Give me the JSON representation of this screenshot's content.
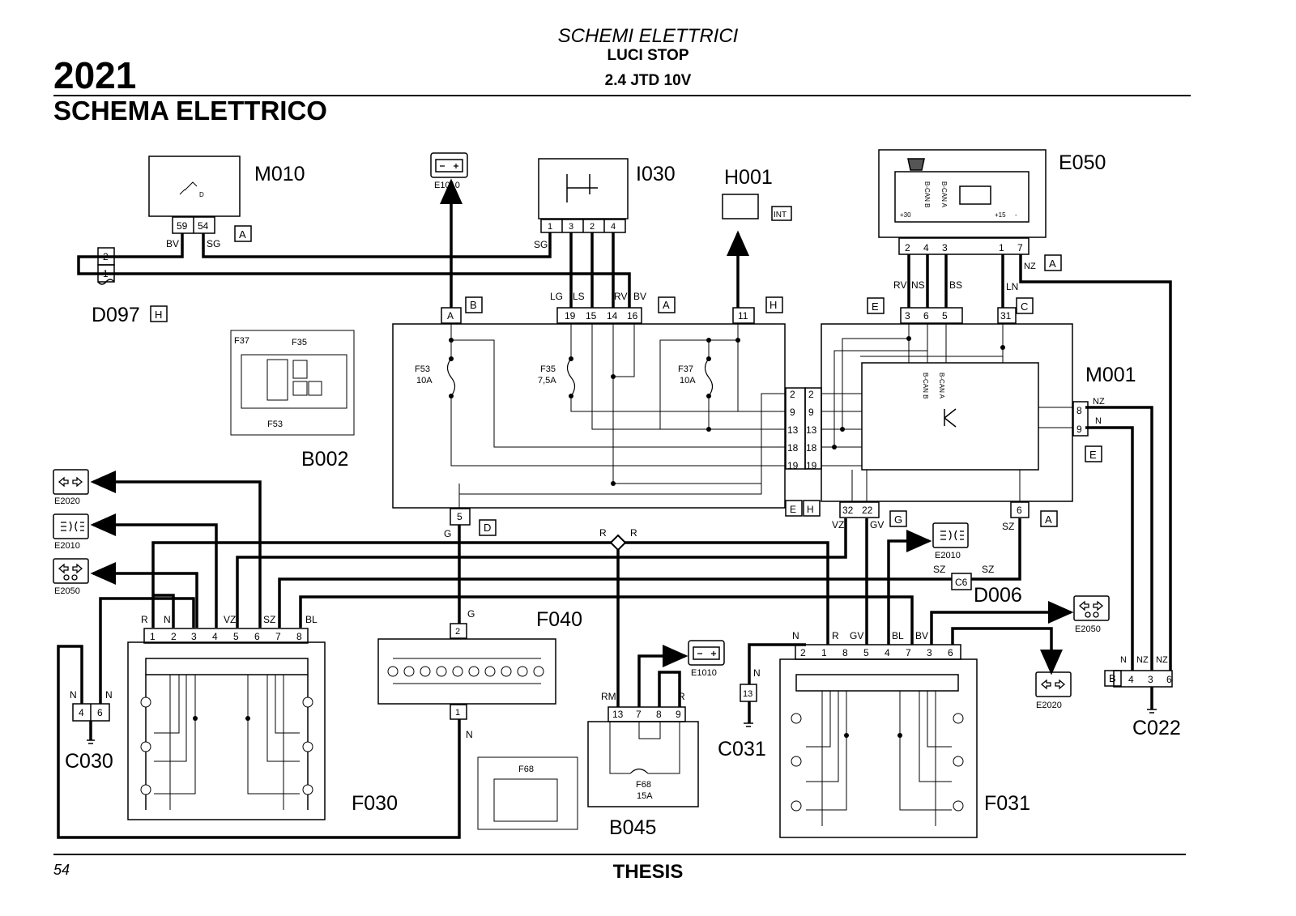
{
  "header": {
    "section": "SCHEMI ELETTRICI",
    "title": "LUCI STOP",
    "subtitle": "2.4 JTD 10V",
    "code": "2021",
    "heading": "SCHEMA ELETTRICO"
  },
  "footer": {
    "page": "54",
    "model": "THESIS"
  },
  "components": {
    "M010": {
      "id": "M010",
      "pin_a": "59",
      "pin_b": "54",
      "mark": "A",
      "icon_letter": "D"
    },
    "D097": {
      "id": "D097",
      "pin_top": "2",
      "pin_bottom": "1",
      "mark": "H"
    },
    "E1010_top": {
      "id": "E1010"
    },
    "I030": {
      "id": "I030",
      "pins": [
        "1",
        "3",
        "2",
        "4"
      ]
    },
    "H001": {
      "id": "H001",
      "tag": "INT"
    },
    "E050": {
      "id": "E050",
      "pins": [
        "2",
        "4",
        "3",
        "1",
        "7"
      ],
      "labels": [
        "+30",
        "B-CAN B",
        "B-CAN A",
        "+15",
        "-"
      ],
      "mark": "A"
    },
    "B002": {
      "id": "B002",
      "left_pins": [
        "A",
        "19",
        "15",
        "14",
        "16",
        "11"
      ],
      "fuses": [
        {
          "name": "F53",
          "rating": "10A"
        },
        {
          "name": "F35",
          "rating": "7,5A"
        },
        {
          "name": "F37",
          "rating": "10A"
        }
      ],
      "right_pins": [
        "2",
        "9",
        "13",
        "18",
        "19"
      ],
      "bottom_pin": "5",
      "mark_bottom": "D",
      "marks": [
        "B",
        "A",
        "H"
      ],
      "corner_marks": [
        "E",
        "H"
      ]
    },
    "B002_inset": {
      "labels": [
        "F37",
        "F35",
        "F53"
      ]
    },
    "M001": {
      "id": "M001",
      "top_pins": [
        "3",
        "6",
        "5",
        "31"
      ],
      "left_pins": [
        "2",
        "9",
        "13",
        "18",
        "19"
      ],
      "right_pins": [
        "8",
        "9"
      ],
      "bottom_pins": [
        "32",
        "22",
        "6"
      ],
      "inner_labels": [
        "B-CAN B",
        "B-CAN A"
      ],
      "marks": [
        "E",
        "C",
        "E",
        "G",
        "A"
      ]
    },
    "F030": {
      "id": "F030",
      "pins": [
        "1",
        "2",
        "3",
        "4",
        "5",
        "6",
        "7",
        "8"
      ]
    },
    "F031": {
      "id": "F031",
      "pins": [
        "2",
        "1",
        "8",
        "5",
        "4",
        "7",
        "3",
        "6"
      ]
    },
    "F040": {
      "id": "F040",
      "pin_top": "2",
      "pin_bottom": "1"
    },
    "B045": {
      "id": "B045",
      "pins": [
        "13",
        "7",
        "8",
        "9"
      ],
      "fuse": {
        "name": "F68",
        "rating": "15A"
      }
    },
    "B045_inset": {
      "label": "F68"
    },
    "C030": {
      "id": "C030",
      "pins": [
        "4",
        "6"
      ]
    },
    "C031": {
      "id": "C031",
      "pin": "13"
    },
    "C022": {
      "id": "C022",
      "pins": [
        "4",
        "3",
        "6"
      ],
      "mark": "B"
    },
    "D006": {
      "id": "D006",
      "pin": "C6"
    },
    "E2020": {
      "id": "E2020"
    },
    "E2010": {
      "id": "E2010"
    },
    "E2050": {
      "id": "E2050"
    },
    "E1010_bottom": {
      "id": "E1010"
    }
  },
  "wire_labels": {
    "m010_a": "BV",
    "m010_b": "SG",
    "i030_sg": "SG",
    "b002_lg": "LG",
    "b002_ls": "LS",
    "b002_rv": "RV",
    "b002_bv": "BV",
    "e050_rv": "RV",
    "e050_ns": "NS",
    "e050_bs": "BS",
    "e050_ln": "LN",
    "e050_nz": "NZ",
    "m001_nz": "NZ",
    "m001_n": "N",
    "m001_vz": "VZ",
    "m001_gv": "GV",
    "m001_sz": "SZ",
    "b002_g": "G",
    "splice_r1": "R",
    "splice_r2": "R",
    "d006_sz1": "SZ",
    "d006_sz2": "SZ",
    "f030_r": "R",
    "f030_n": "N",
    "f030_vz": "VZ",
    "f030_sz": "SZ",
    "f030_bl": "BL",
    "f040_g": "G",
    "f040_n": "N",
    "f031_n": "N",
    "f031_r": "R",
    "f031_gv": "GV",
    "f031_bl": "BL",
    "f031_bv": "BV",
    "c030_n1": "N",
    "c030_n2": "N",
    "c031_n": "N",
    "b045_rm": "RM",
    "b045_r": "R",
    "c022_n": "N",
    "c022_nz1": "NZ",
    "c022_nz2": "NZ"
  }
}
